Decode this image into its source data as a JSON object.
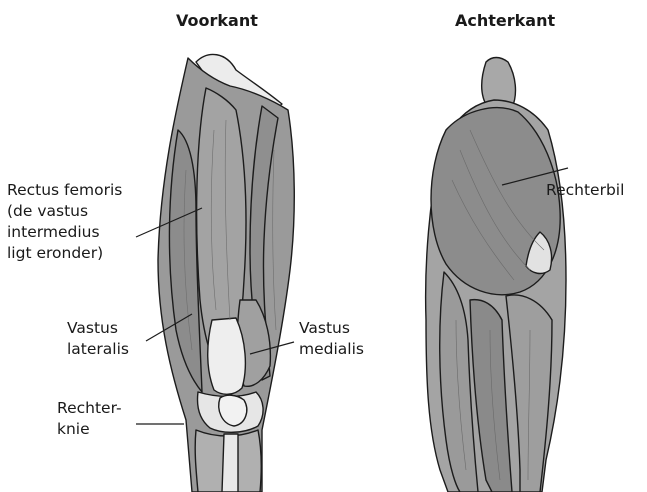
{
  "views": {
    "front_title": "Voorkant",
    "back_title": "Achterkant"
  },
  "labels": {
    "rectus_femoris": [
      "Rectus femoris",
      "(de vastus",
      "intermedius",
      "ligt eronder)"
    ],
    "vastus_lateralis": [
      "Vastus",
      "lateralis"
    ],
    "vastus_medialis": [
      "Vastus",
      "medialis"
    ],
    "right_knee": [
      "Rechter-",
      "knie"
    ],
    "right_buttock": [
      "Rechterbil"
    ]
  },
  "colors": {
    "muscle": "#9a9a9a",
    "muscle_dark": "#7a7a7a",
    "bone": "#e8e8e8",
    "outline": "#1c1c1c",
    "buttock": "#8c8c8c"
  }
}
